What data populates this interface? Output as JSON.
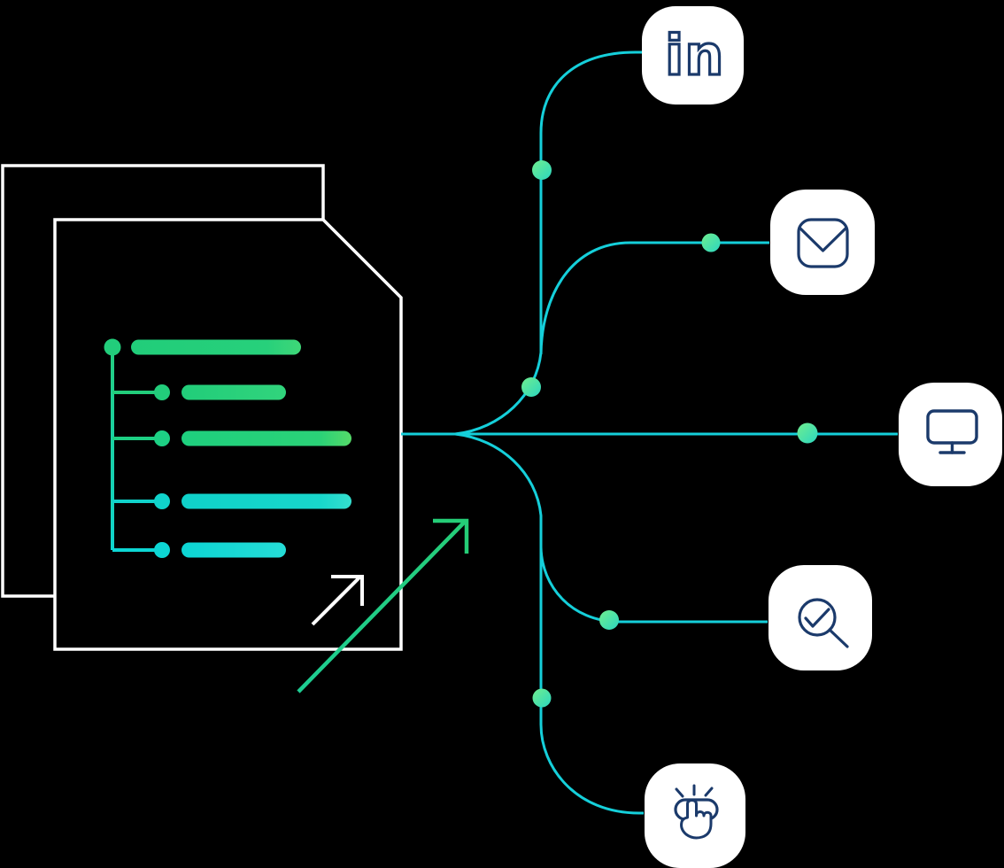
{
  "scene": {
    "background_color": "#000000",
    "kind": "document-to-channels-diagram"
  },
  "colors": {
    "outline_white": "#ffffff",
    "accent_green": "#24ce7b",
    "accent_cyan": "#0ed5d2",
    "connector_cyan": "#15cfda",
    "icon_navy": "#1b3a6b",
    "icon_box_bg": "#ffffff",
    "node_dot_gradient_start": "#70ee8e",
    "node_dot_gradient_end": "#2bd6c0"
  },
  "document": {
    "sheets": 2,
    "has_folded_corner": true,
    "list_rows": [
      {
        "level": 1,
        "bar_length": "long",
        "color": "green"
      },
      {
        "level": 2,
        "bar_length": "short",
        "color": "green"
      },
      {
        "level": 2,
        "bar_length": "long",
        "color": "green"
      },
      {
        "level": 2,
        "bar_length": "long",
        "color": "cyan"
      },
      {
        "level": 2,
        "bar_length": "short",
        "color": "cyan"
      }
    ],
    "arrows": [
      {
        "id": "small-white-arrow",
        "direction": "up-right",
        "color": "#ffffff"
      },
      {
        "id": "growth-arrow",
        "direction": "up-right",
        "color": "#24ce7b"
      }
    ]
  },
  "connectors": {
    "style": "curved",
    "node_dots": 6,
    "targets": [
      "linkedin",
      "email",
      "monitor",
      "search-check",
      "click-hand"
    ]
  },
  "icons": {
    "linkedin": {
      "label": "in"
    },
    "email": {
      "glyph": "envelope"
    },
    "monitor": {
      "glyph": "display"
    },
    "search": {
      "glyph": "magnifier-check"
    },
    "click": {
      "glyph": "hand-press-button"
    }
  }
}
